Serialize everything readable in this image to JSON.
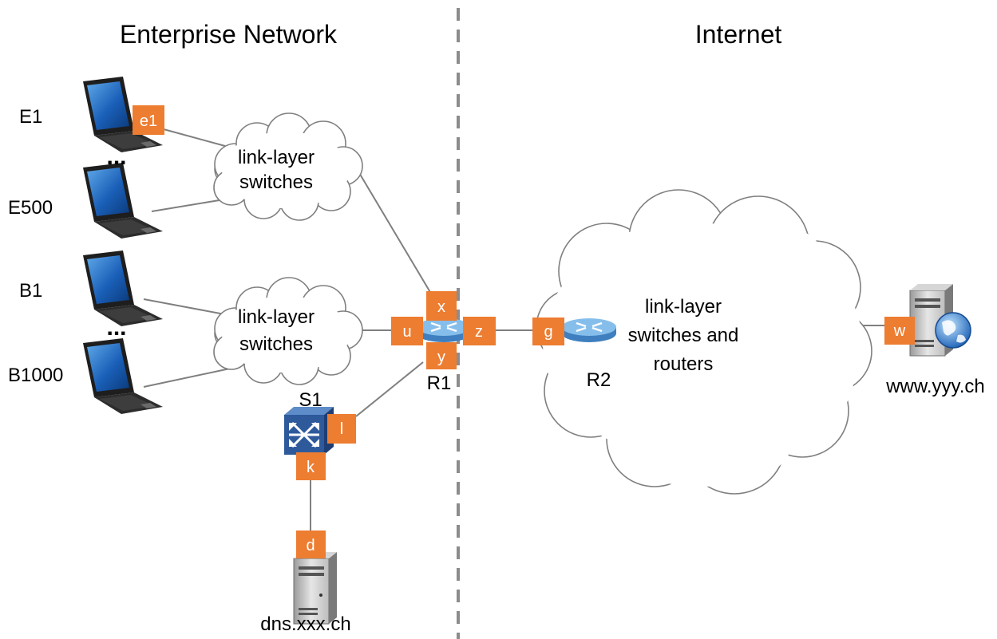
{
  "regions": {
    "left_title": "Enterprise Network",
    "right_title": "Internet"
  },
  "hosts": {
    "e1": "E1",
    "e500": "E500",
    "b1": "B1",
    "b1000": "B1000",
    "ellipsis": "..."
  },
  "clouds": {
    "upper_switches": [
      "link-layer",
      "switches"
    ],
    "lower_switches": [
      "link-layer",
      "switches"
    ],
    "internet": [
      "link-layer",
      "switches and",
      "routers"
    ]
  },
  "devices": {
    "r1": "R1",
    "r2": "R2",
    "s1": "S1",
    "dns_server": "dns.xxx.ch",
    "web_server": "www.yyy.ch"
  },
  "interfaces": {
    "e1": "e1",
    "x": "x",
    "u": "u",
    "y": "y",
    "z": "z",
    "g": "g",
    "w": "w",
    "l": "l",
    "k": "k",
    "d": "d"
  },
  "colors": {
    "interface_tag": "#ED7D31",
    "router": "#5B9BD5",
    "switch": "#2E5A9C",
    "divider": "#8C8C8C",
    "link": "#7F7F7F"
  }
}
